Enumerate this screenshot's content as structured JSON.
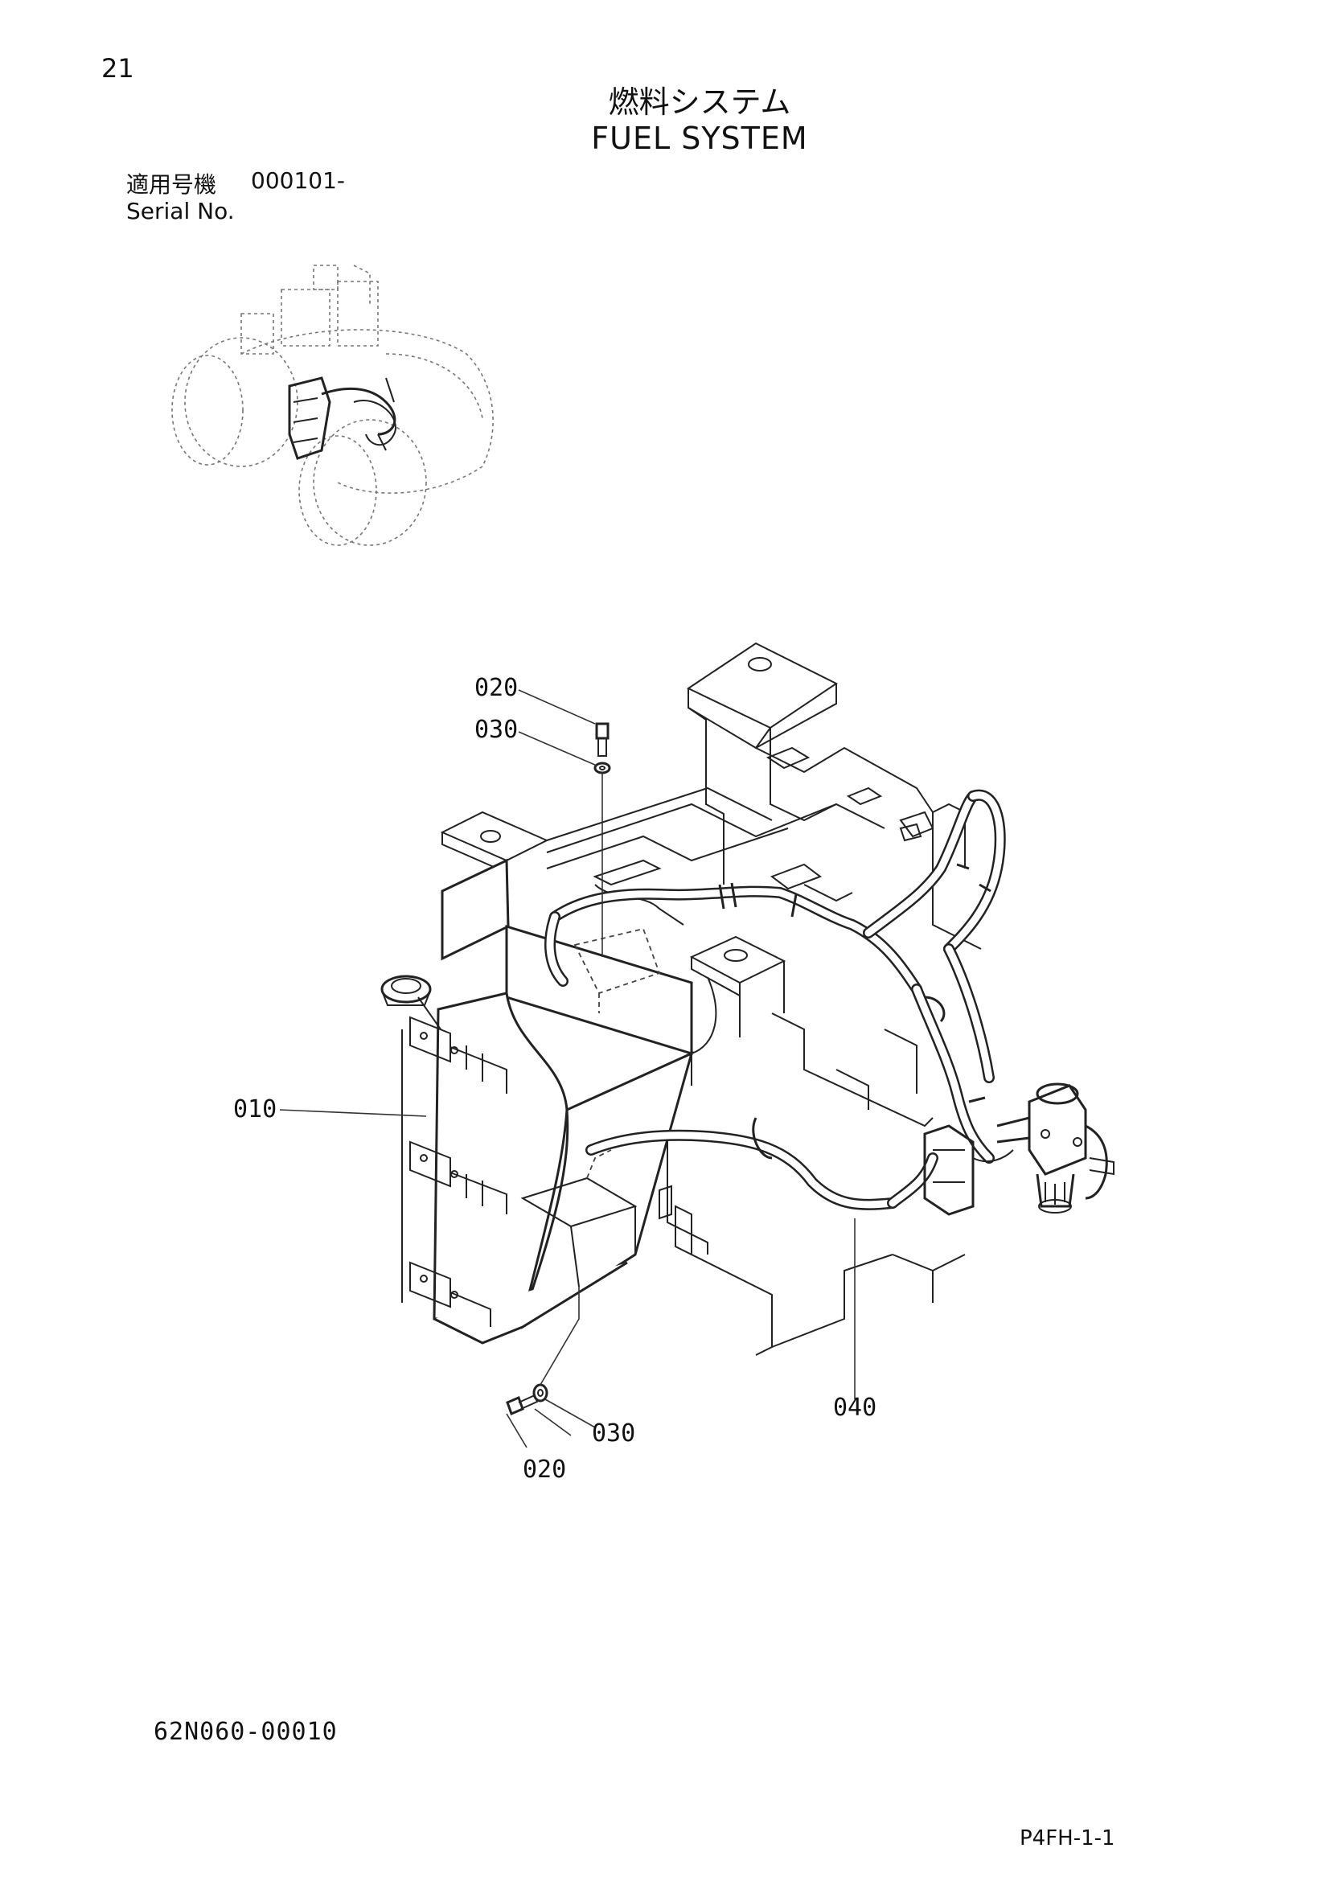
{
  "page": {
    "number": "21",
    "title_jp": "燃料システム",
    "title_en": "FUEL SYSTEM",
    "serial_label_jp": "適用号機",
    "serial_value": "000101-",
    "serial_label_en": "Serial No.",
    "drawing_number": "62N060-00010",
    "page_code": "P4FH-1-1"
  },
  "callouts": {
    "part_020_top": "020",
    "part_030_top": "030",
    "part_010": "010",
    "part_020_bottom": "020",
    "part_030_bottom": "030",
    "part_040": "040"
  }
}
